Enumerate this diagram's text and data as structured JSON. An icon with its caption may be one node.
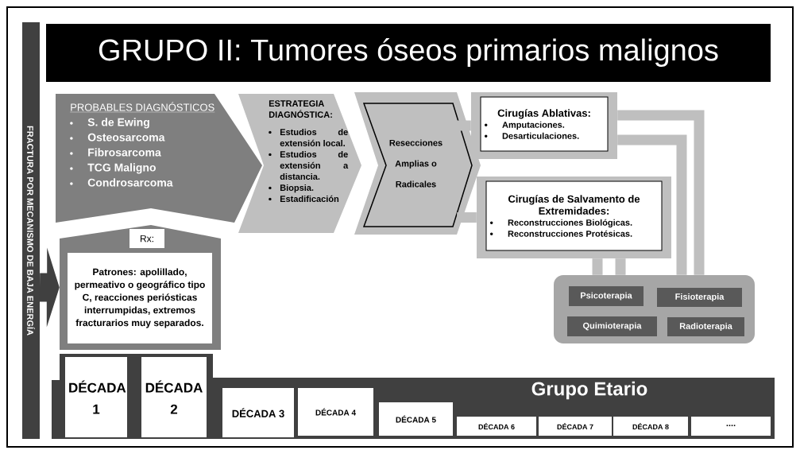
{
  "diagram": {
    "title": "GRUPO II: Tumores óseos primarios malignos",
    "nodes": [
      {
        "text": [
          "FRACTURA POR MECANISMO DE BAJA ENERGÍA"
        ]
      },
      {
        "text": [
          "PROBABLES DIAGNÓSTICOS",
          "S. de Ewing",
          "Osteosarcoma",
          "Fibrosarcoma",
          "TCG Maligno",
          "Condrosarcoma"
        ]
      },
      {
        "text": [
          "ESTRATEGIA DIAGNÓSTICA:",
          "Estudios de extensión local.",
          "Estudios de extensión a distancia.",
          "Biopsia.",
          "Estadificación"
        ]
      },
      {
        "text": [
          "Resecciones Amplias o Radicales"
        ]
      },
      {
        "text": [
          "Cirugías Ablativas:",
          "Amputaciones.",
          "Desarticulaciones."
        ]
      },
      {
        "text": [
          "Cirugías de Salvamento de Extremidades:",
          "Reconstrucciones Biológicas.",
          "Reconstrucciones Protésicas."
        ]
      },
      {
        "text": [],
        "shape": "box"
      },
      {
        "text": [
          "Psicoterapia"
        ],
        "in": 6
      },
      {
        "text": [
          "Fisioterapia"
        ],
        "in": 6
      },
      {
        "text": [
          "Quimioterapia"
        ],
        "in": 6
      },
      {
        "text": [
          "Radioterapia"
        ],
        "in": 6
      },
      {
        "text": [
          "Rx:",
          "Patrones: apolillado, permeativo o geográfico tipo C, reacciones periósticas interrumpidas, extremos fracturarios muy separados."
        ]
      },
      {
        "text": [
          "Grupo Etario"
        ]
      },
      {
        "text": [
          "DÉCADA 1"
        ],
        "in": 12
      },
      {
        "text": [
          "DÉCADA 2"
        ],
        "in": 12
      },
      {
        "text": [
          "DÉCADA 3"
        ],
        "in": 12
      },
      {
        "text": [
          "DÉCADA 4"
        ],
        "in": 12
      },
      {
        "text": [
          "DÉCADA 5"
        ],
        "in": 12
      },
      {
        "text": [
          "DÉCADA 6"
        ],
        "in": 12
      },
      {
        "text": [
          "DÉCADA 7"
        ],
        "in": 12
      },
      {
        "text": [
          "DÉCADA 8"
        ],
        "in": 12
      },
      {
        "text": [
          "...."
        ],
        "in": 12
      }
    ],
    "edges": [
      {
        "from": 0,
        "to": 11,
        "arrow": "to",
        "style": "thick",
        "color": "#404040"
      },
      {
        "from": 3,
        "to": 4,
        "arrow": "none"
      },
      {
        "from": 3,
        "to": 5,
        "arrow": "none"
      },
      {
        "from": 4,
        "to": 6,
        "arrow": "none"
      },
      {
        "from": 4,
        "to": 6,
        "arrow": "none"
      },
      {
        "from": 5,
        "to": 6,
        "arrow": "none"
      },
      {
        "from": 5,
        "to": 6,
        "arrow": "none"
      }
    ]
  }
}
